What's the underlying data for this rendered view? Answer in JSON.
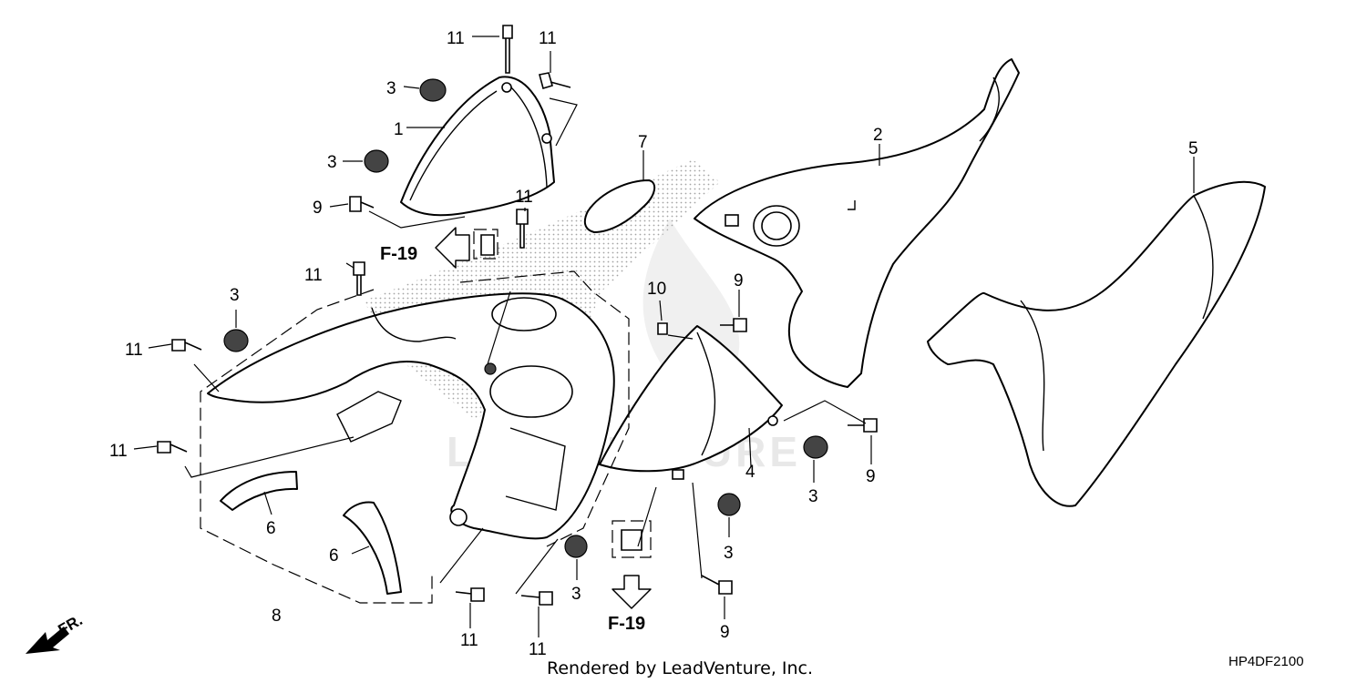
{
  "diagram": {
    "part_labels": {
      "p1": "1",
      "p2": "2",
      "p3a": "3",
      "p3b": "3",
      "p3c": "3",
      "p3d": "3",
      "p3e": "3",
      "p3f": "3",
      "p4": "4",
      "p5": "5",
      "p6a": "6",
      "p6b": "6",
      "p7": "7",
      "p8": "8",
      "p9a": "9",
      "p9b": "9",
      "p9c": "9",
      "p9d": "9",
      "p10": "10",
      "p11a": "11",
      "p11b": "11",
      "p11c": "11",
      "p11d": "11",
      "p11e": "11",
      "p11f": "11",
      "p11g": "11",
      "p11h": "11"
    },
    "references": {
      "ref_top": "F-19",
      "ref_bottom": "F-19"
    },
    "direction": "FR.",
    "watermark": "LEADVENTURE",
    "footer": "Rendered by LeadVenture, Inc.",
    "diagram_code": "HP4DF2100"
  }
}
